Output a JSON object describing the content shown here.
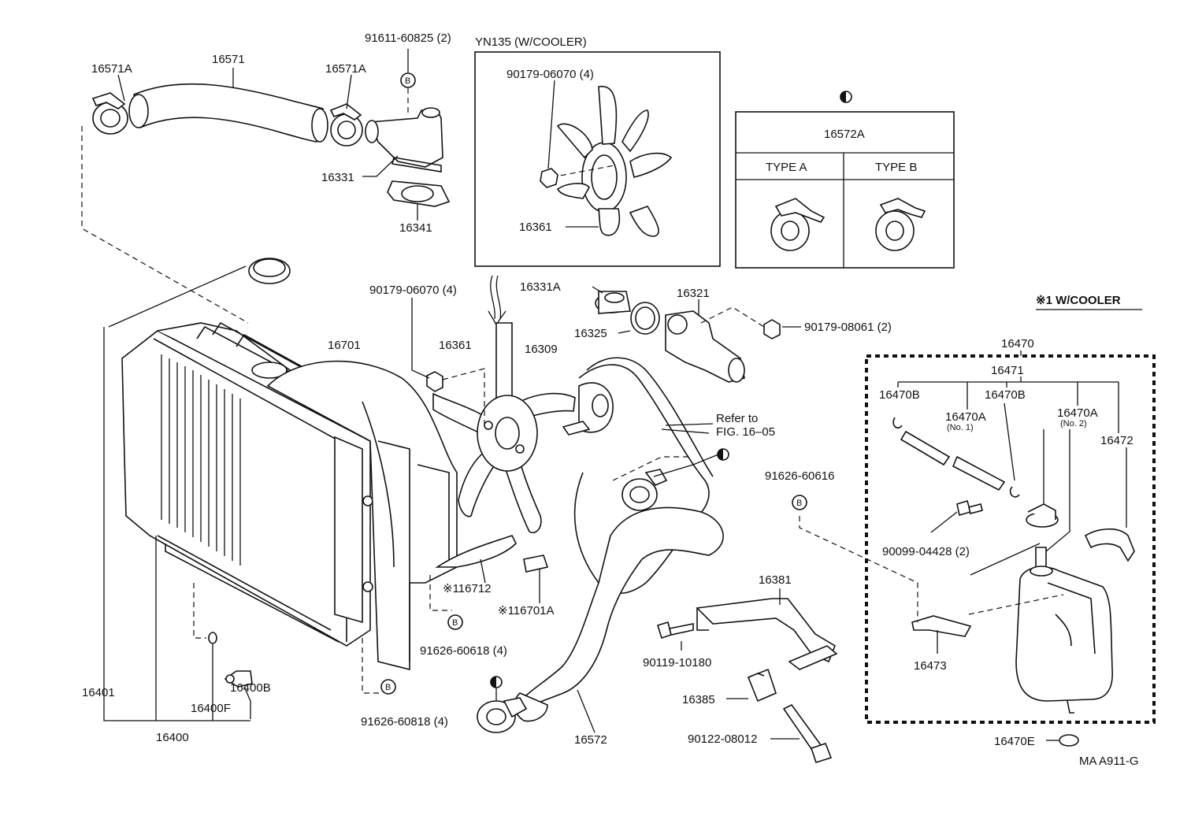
{
  "diagram": {
    "reference_code": "MA A911-G",
    "groups": {
      "yn135": "YN135 (W/COOLER)",
      "clamp_type": "16572A",
      "type_a": "TYPE A",
      "type_b": "TYPE B",
      "w_cooler": "※1 W/COOLER",
      "refer_line1": "Refer to",
      "refer_line2": "FIG. 16–05"
    },
    "markers": {
      "b": "B",
      "half_circle": "◑"
    },
    "labels": {
      "p16571A_left": "16571A",
      "p16571": "16571",
      "p91611": "91611-60825 (2)",
      "p16571A_right": "16571A",
      "p16331": "16331",
      "p16341": "16341",
      "p90179_top": "90179-06070 (4)",
      "p16361_top": "16361",
      "p90179_mid": "90179-06070 (4)",
      "p16331A": "16331A",
      "p16321": "16321",
      "p16325": "16325",
      "p90179_08061": "90179-08061 (2)",
      "p16361_mid": "16361",
      "p16309": "16309",
      "p16701": "16701",
      "p16712": "※116712",
      "p16701A": "※116701A",
      "p91626_60618": "91626-60618 (4)",
      "p91626_60818": "91626-60818 (4)",
      "p16401": "16401",
      "p16400F": "16400F",
      "p16400B": "16400B",
      "p16400": "16400",
      "p16572": "16572",
      "p16381": "16381",
      "p90119": "90119-10180",
      "p16385": "16385",
      "p90122": "90122-08012",
      "p91626_60616": "91626-60616",
      "p90099": "90099-04428 (2)",
      "p16473": "16473",
      "p16470": "16470",
      "p16471": "16471",
      "p16470B_l": "16470B",
      "p16470A_1": "16470A",
      "p16470A_1_sub": "(No. 1)",
      "p16470B_r": "16470B",
      "p16470A_2": "16470A",
      "p16470A_2_sub": "(No. 2)",
      "p16472": "16472",
      "p16470E": "16470E"
    }
  }
}
